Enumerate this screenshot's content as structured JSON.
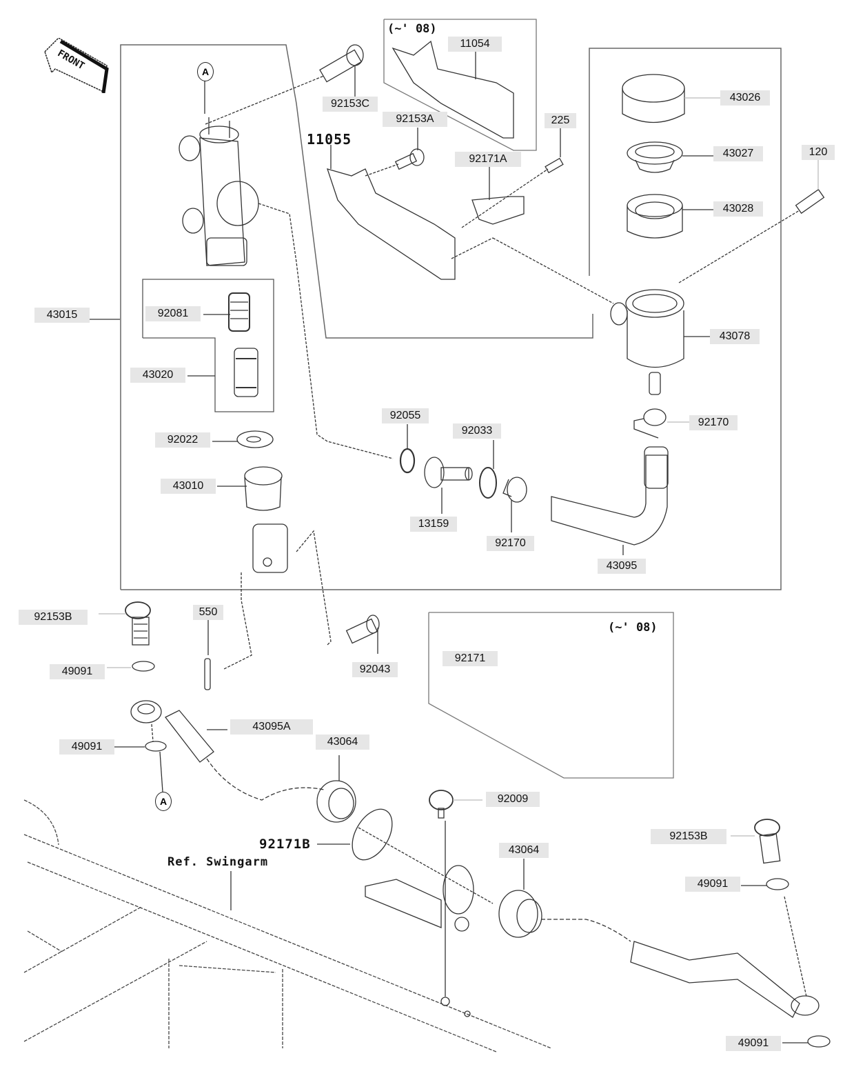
{
  "diagram": {
    "title": "Rear Master Cylinder",
    "front_marker": "FRONT",
    "reference_labels": {
      "circle_a_top": "A",
      "circle_a_bottom": "A",
      "ref_swingarm": "Ref. Swingarm",
      "bracket_main": "11055",
      "bracket_b": "92171B"
    },
    "notes": {
      "upper_inset": "(~' 08)",
      "lower_inset": "(~' 08)"
    },
    "parts": {
      "p92153C": "92153C",
      "p11054": "11054",
      "p92153A": "92153A",
      "p225": "225",
      "p92171A": "92171A",
      "p43026": "43026",
      "p43027": "43027",
      "p43028": "43028",
      "p120": "120",
      "p43015": "43015",
      "p92081": "92081",
      "p43020": "43020",
      "p43078": "43078",
      "p92022": "92022",
      "p92055": "92055",
      "p92033": "92033",
      "p92170a": "92170",
      "p92170b": "92170",
      "p43010": "43010",
      "p13159": "13159",
      "p43095": "43095",
      "p92153B_left": "92153B",
      "p550": "550",
      "p92043": "92043",
      "p92171": "92171",
      "p49091_a": "49091",
      "p43095A": "43095A",
      "p43064_a": "43064",
      "p49091_b": "49091",
      "p92009": "92009",
      "p43064_b": "43064",
      "p92153B_right": "92153B",
      "p49091_c": "49091",
      "p49091_d": "49091"
    }
  }
}
